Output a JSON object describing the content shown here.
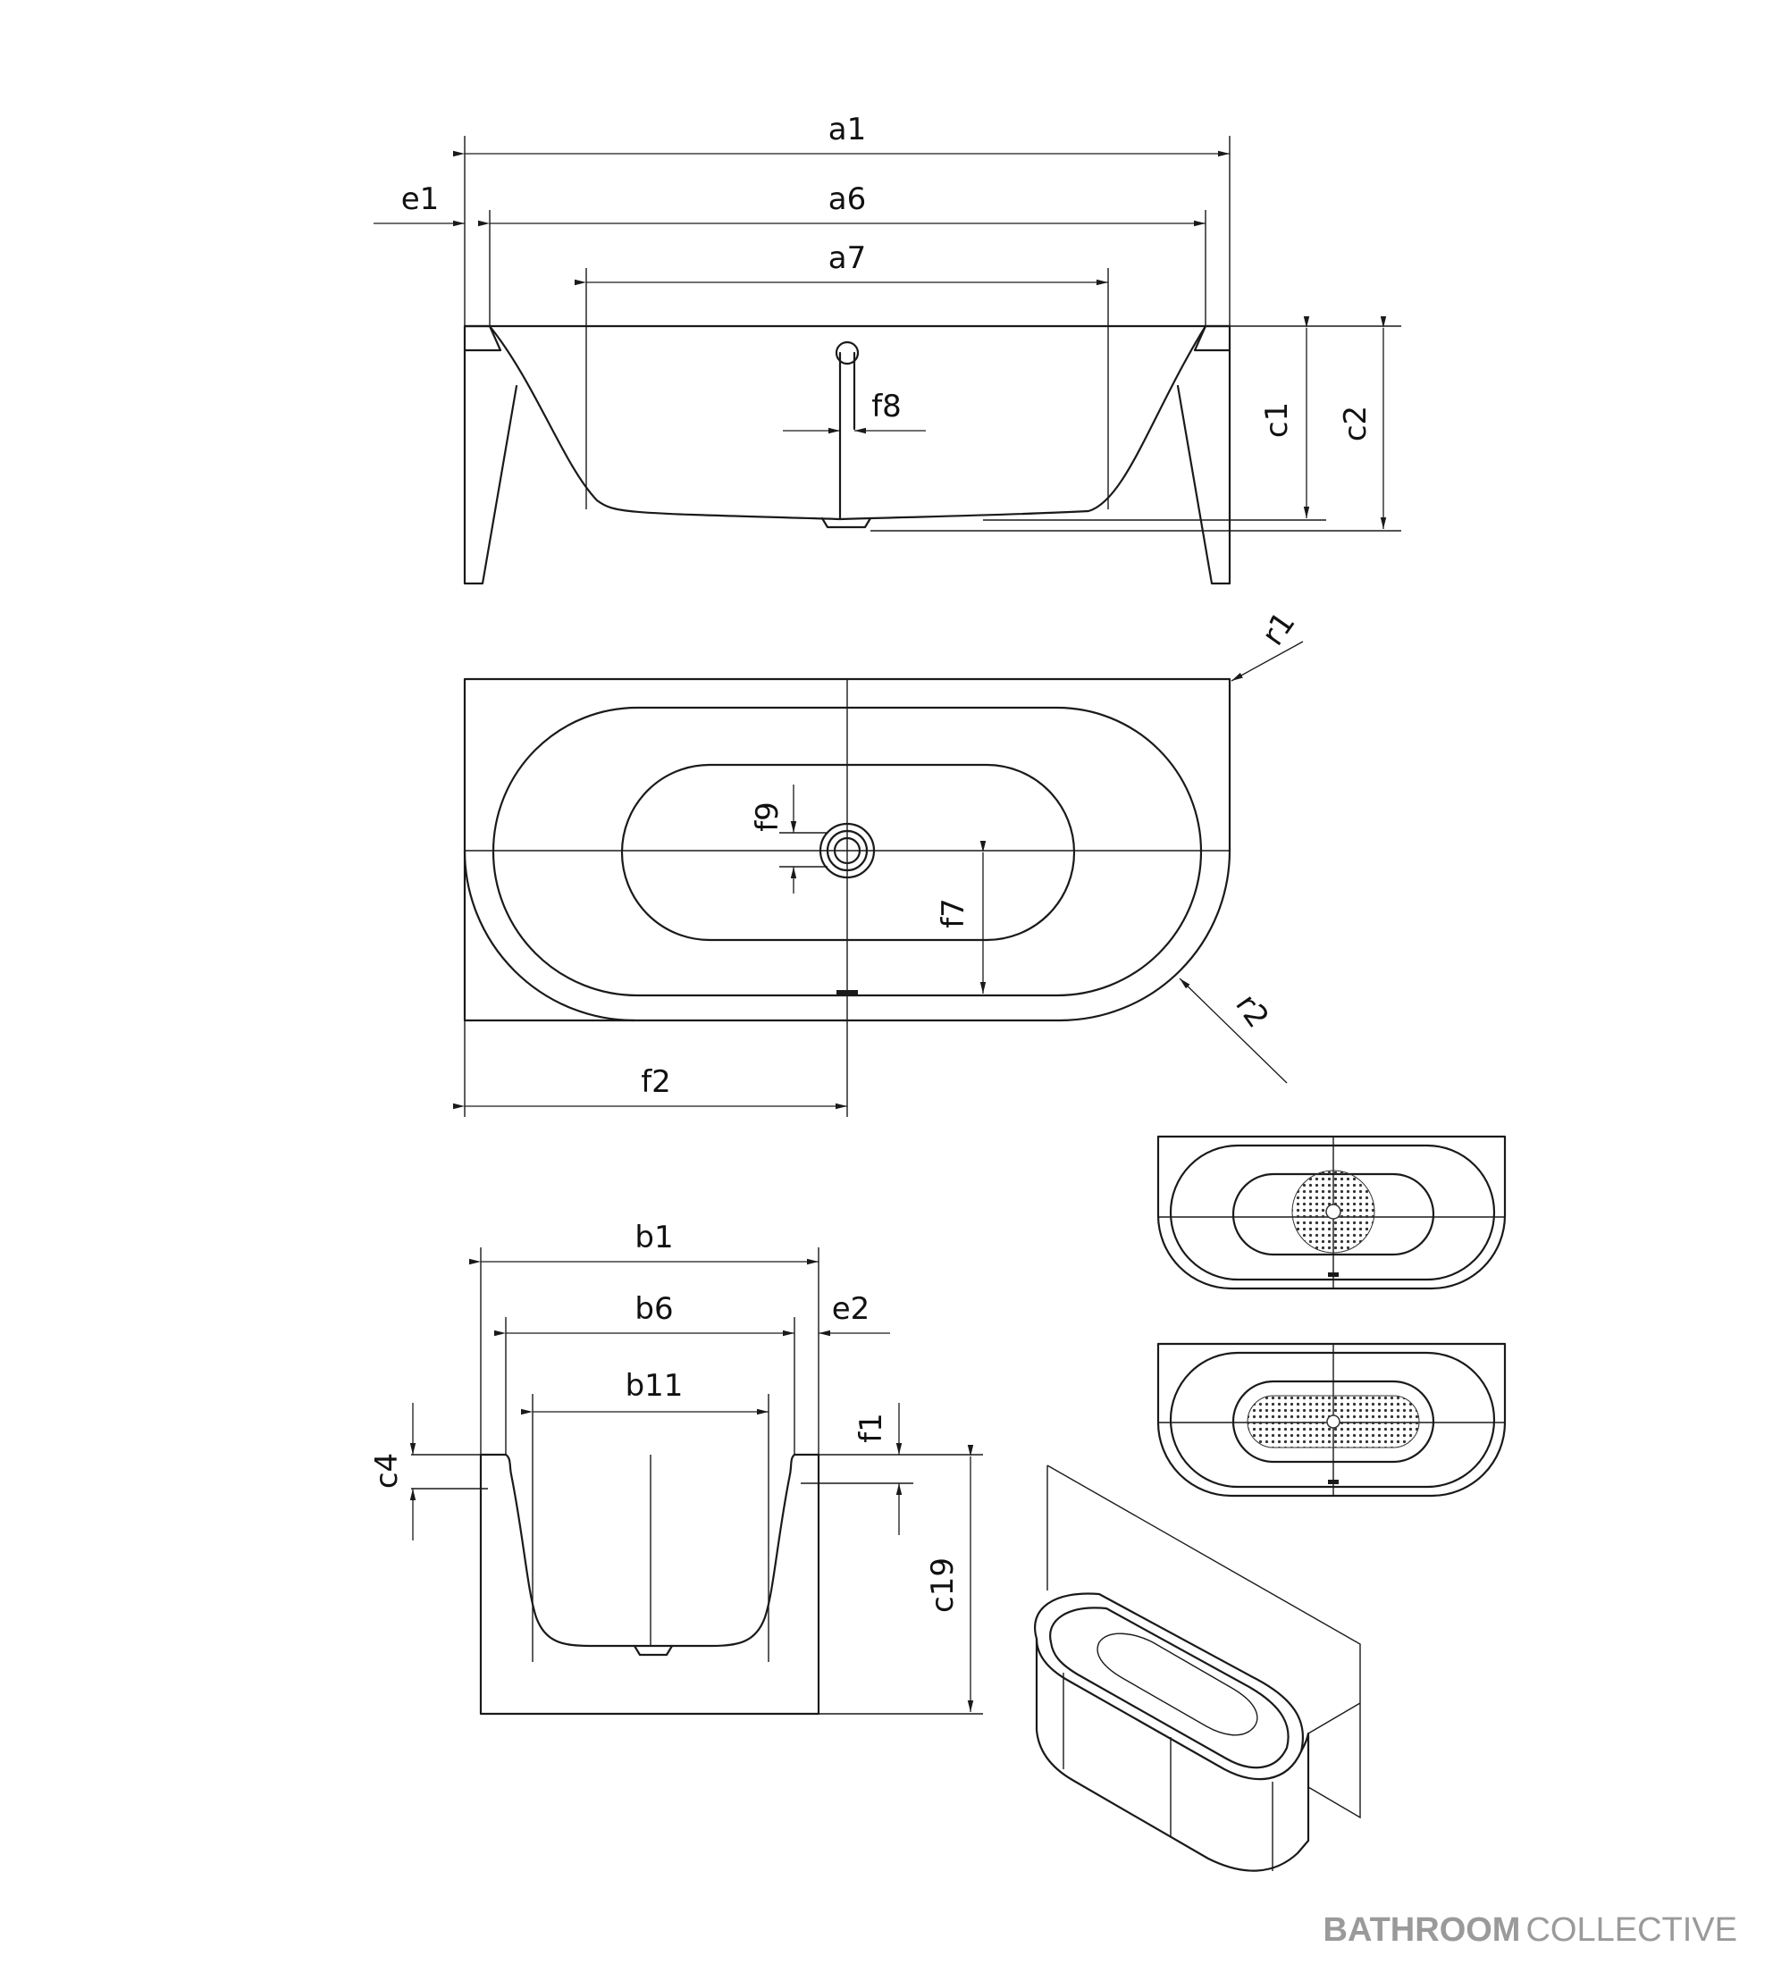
{
  "labels": {
    "a1": "a1",
    "e1": "e1",
    "a6": "a6",
    "a7": "a7",
    "f8": "f8",
    "c1": "c1",
    "c2": "c2",
    "r1": "r1",
    "f9": "f9",
    "f7": "f7",
    "r2": "r2",
    "f2": "f2",
    "b1": "b1",
    "b6": "b6",
    "e2": "e2",
    "b11": "b11",
    "f1": "f1",
    "c4": "c4",
    "c19": "c19"
  },
  "brand": {
    "bold": "BATHROOM",
    "light": "COLLECTIVE"
  }
}
